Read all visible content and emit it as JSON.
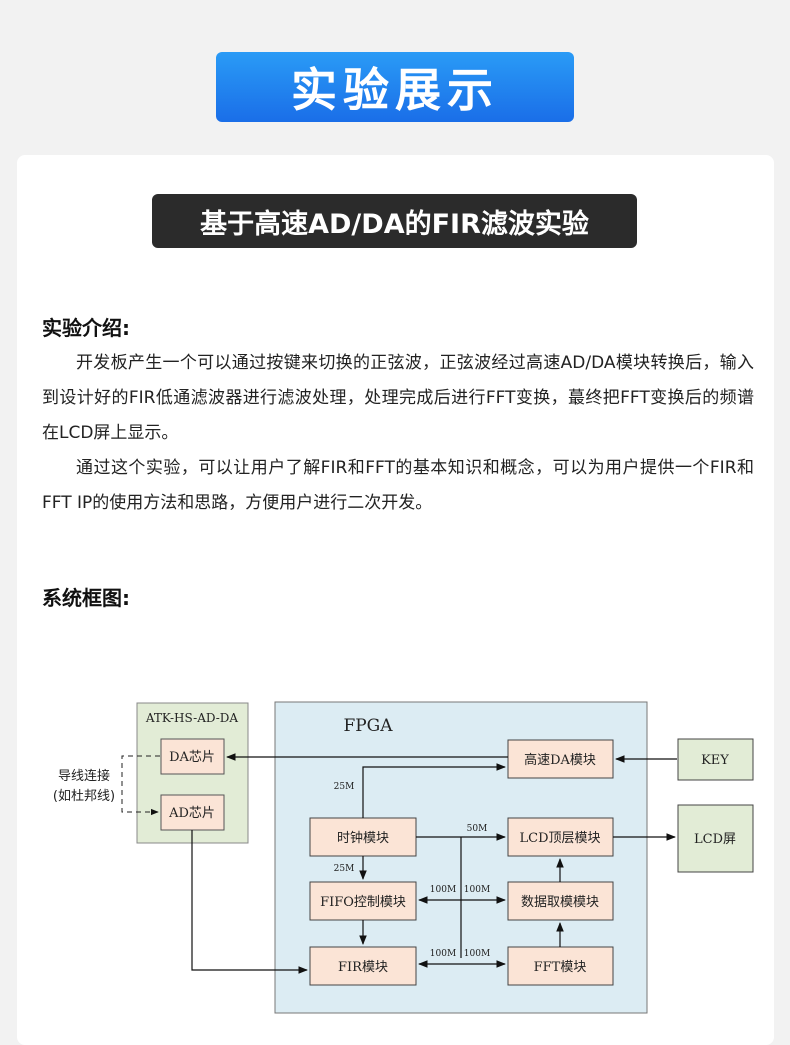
{
  "banner": {
    "title": "实验展示"
  },
  "experiment": {
    "title": "基于高速AD/DA的FIR滤波实验"
  },
  "intro": {
    "heading": "实验介绍:",
    "para1": "开发板产生一个可以通过按键来切换的正弦波，正弦波经过高速AD/DA模块转换后，输入到设计好的FIR低通滤波器进行滤波处理，处理完成后进行FFT变换，蕞终把FFT变换后的频谱在LCD屏上显示。",
    "para2": "通过这个实验，可以让用户了解FIR和FFT的基本知识和概念，可以为用户提供一个FIR和FFT IP的使用方法和思路，方便用户进行二次开发。"
  },
  "system": {
    "heading": "系统框图:",
    "diagram": {
      "atk_label": "ATK-HS-AD-DA",
      "fpga_label": "FPGA",
      "da_chip": "DA芯片",
      "ad_chip": "AD芯片",
      "wire_label_1": "导线连接",
      "wire_label_2": "(如杜邦线)",
      "hs_da": "高速DA模块",
      "key": "KEY",
      "clock": "时钟模块",
      "lcd_top": "LCD顶层模块",
      "lcd_screen": "LCD屏",
      "fifo": "FIFO控制模块",
      "data_fetch": "数据取模模块",
      "fir": "FIR模块",
      "fft": "FFT模块",
      "f25a": "25M",
      "f25b": "25M",
      "f50": "50M",
      "f100a": "100M",
      "f100b": "100M",
      "f100c": "100M",
      "f100d": "100M"
    },
    "colors": {
      "atk_bg": "#e2ecd6",
      "fpga_bg": "#dcecf3",
      "module_bg": "#fbe4d6",
      "key_bg": "#e2ecd6"
    }
  }
}
